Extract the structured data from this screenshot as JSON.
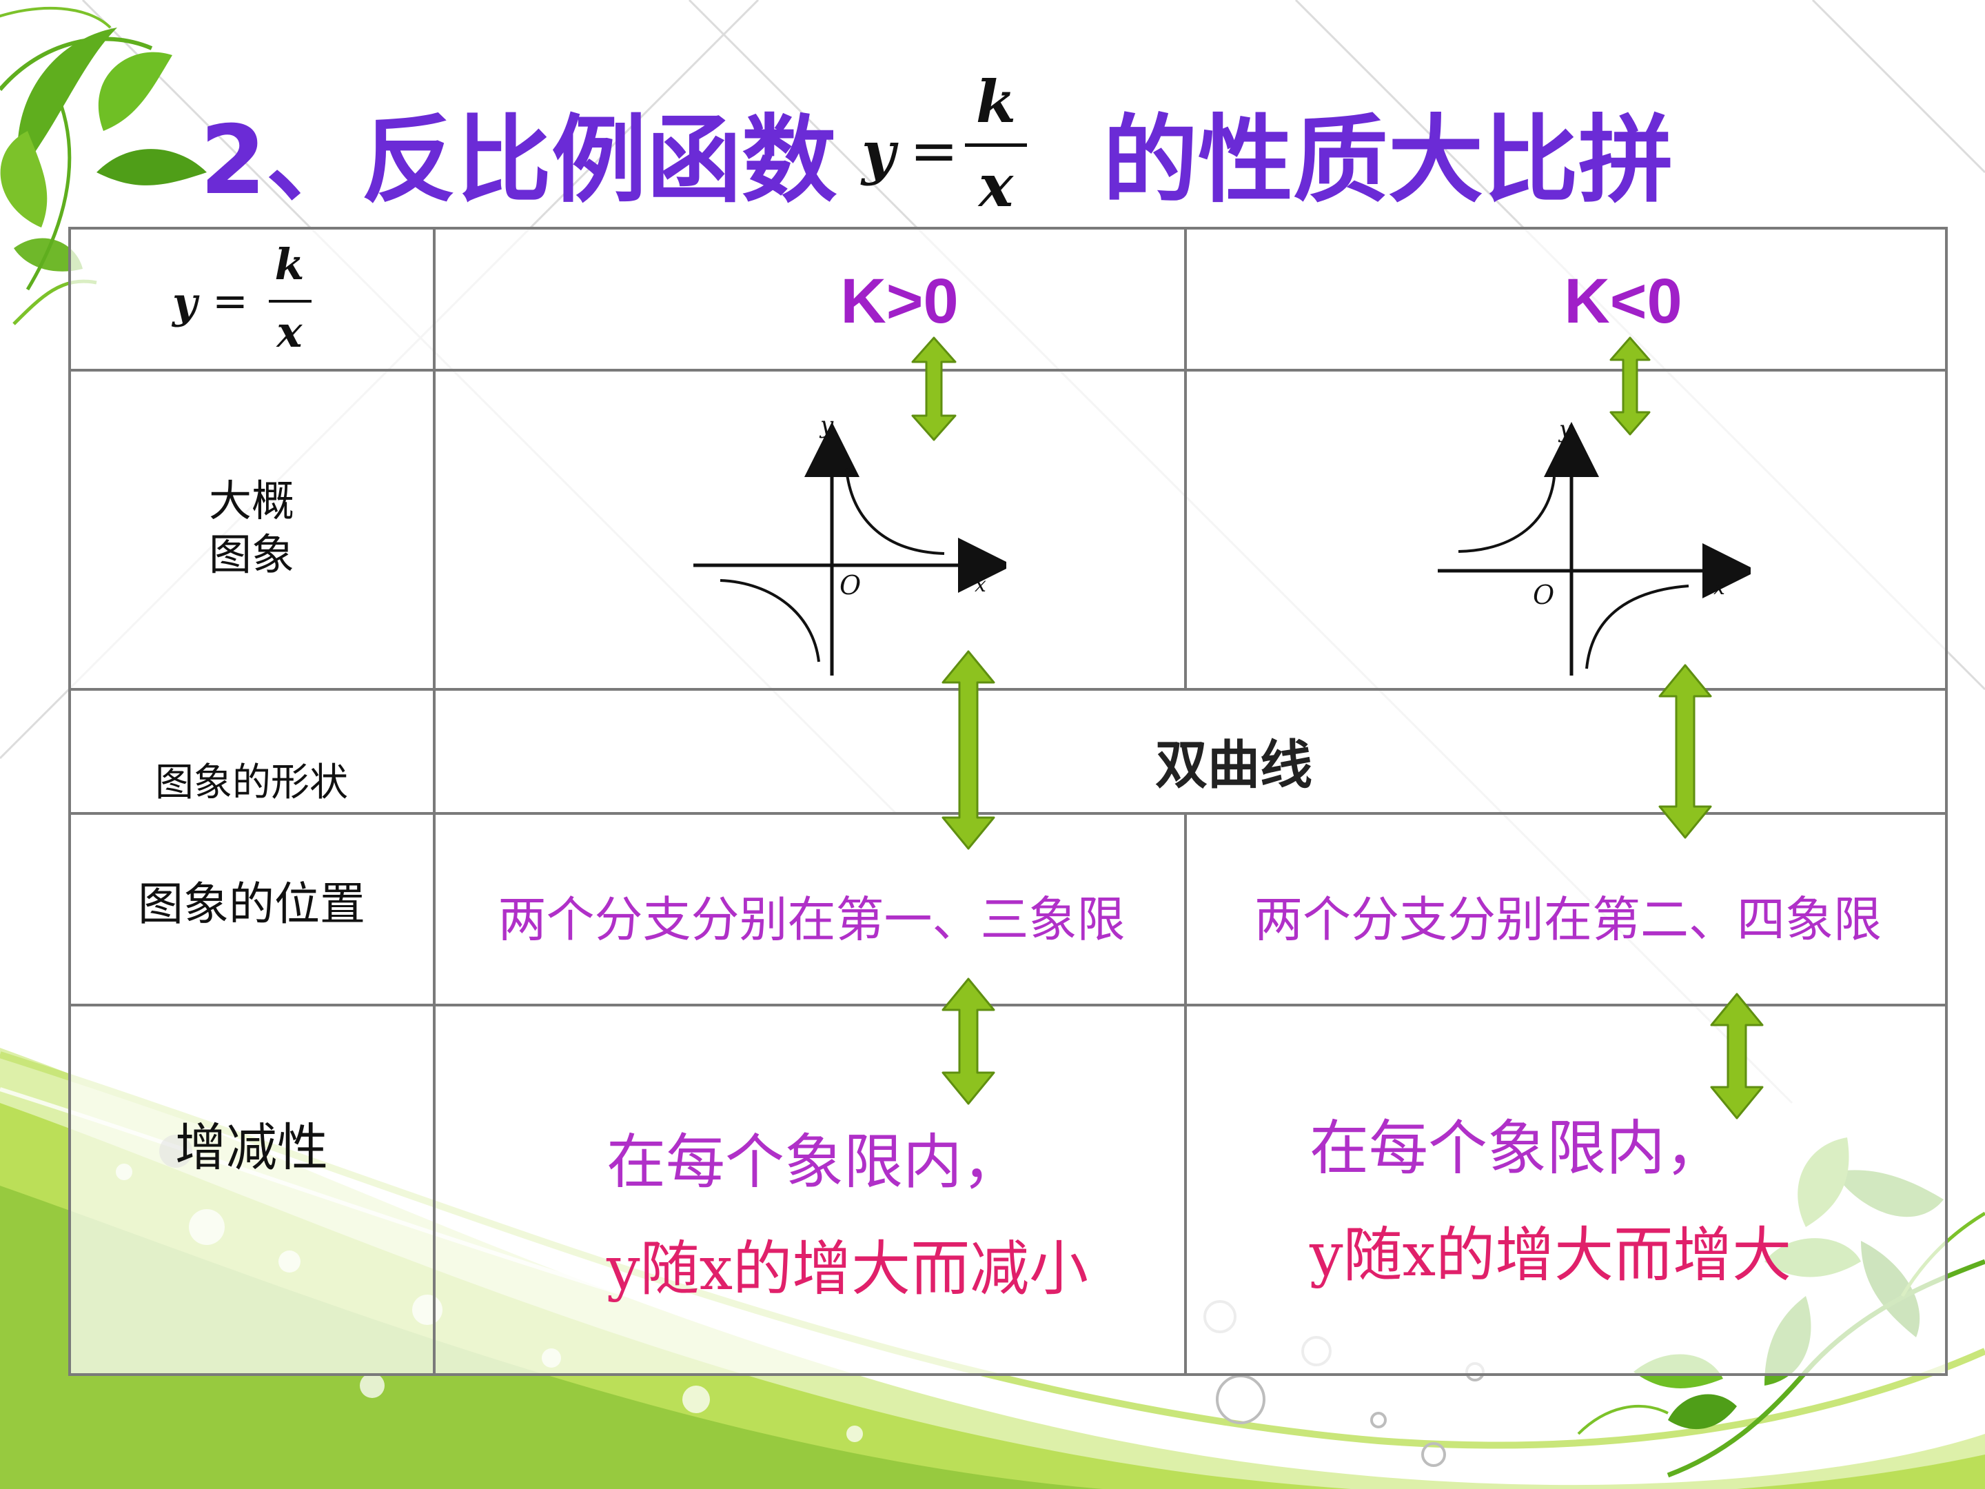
{
  "title": {
    "prefix": "2、反比例函数",
    "suffix": "的性质大比拼",
    "formula": {
      "lhs": "y",
      "eq": "=",
      "num": "k",
      "den": "x"
    }
  },
  "table": {
    "header_formula": {
      "lhs": "y",
      "eq": "=",
      "num": "k",
      "den": "x"
    },
    "conditions": [
      "K>0",
      "K<0"
    ],
    "rows": [
      {
        "label_line1": "大概",
        "label_line2": "图象"
      },
      {
        "label": "图象的形状",
        "value": "双曲线"
      },
      {
        "label": "图象的位置",
        "left": "两个分支分别在第一、三象限",
        "right": "两个分支分别在第二、四象限"
      },
      {
        "label": "增减性",
        "left_line1": "在每个象限内，",
        "left_line2": "y随x的增大而减小",
        "right_line1": "在每个象限内，",
        "right_line2": "y随x的增大而增大"
      }
    ]
  },
  "graphs": {
    "axis_x": "x",
    "axis_y": "y",
    "origin": "O"
  },
  "colors": {
    "title": "#6b2bd6",
    "condition": "#a020c8",
    "position_text": "#b030c8",
    "trend_line1": "#b030c8",
    "trend_line2": "#e0206a",
    "arrow_fill": "#8dc21f",
    "leaf": "#5fae1e",
    "swoosh": "#b5dc4a"
  }
}
